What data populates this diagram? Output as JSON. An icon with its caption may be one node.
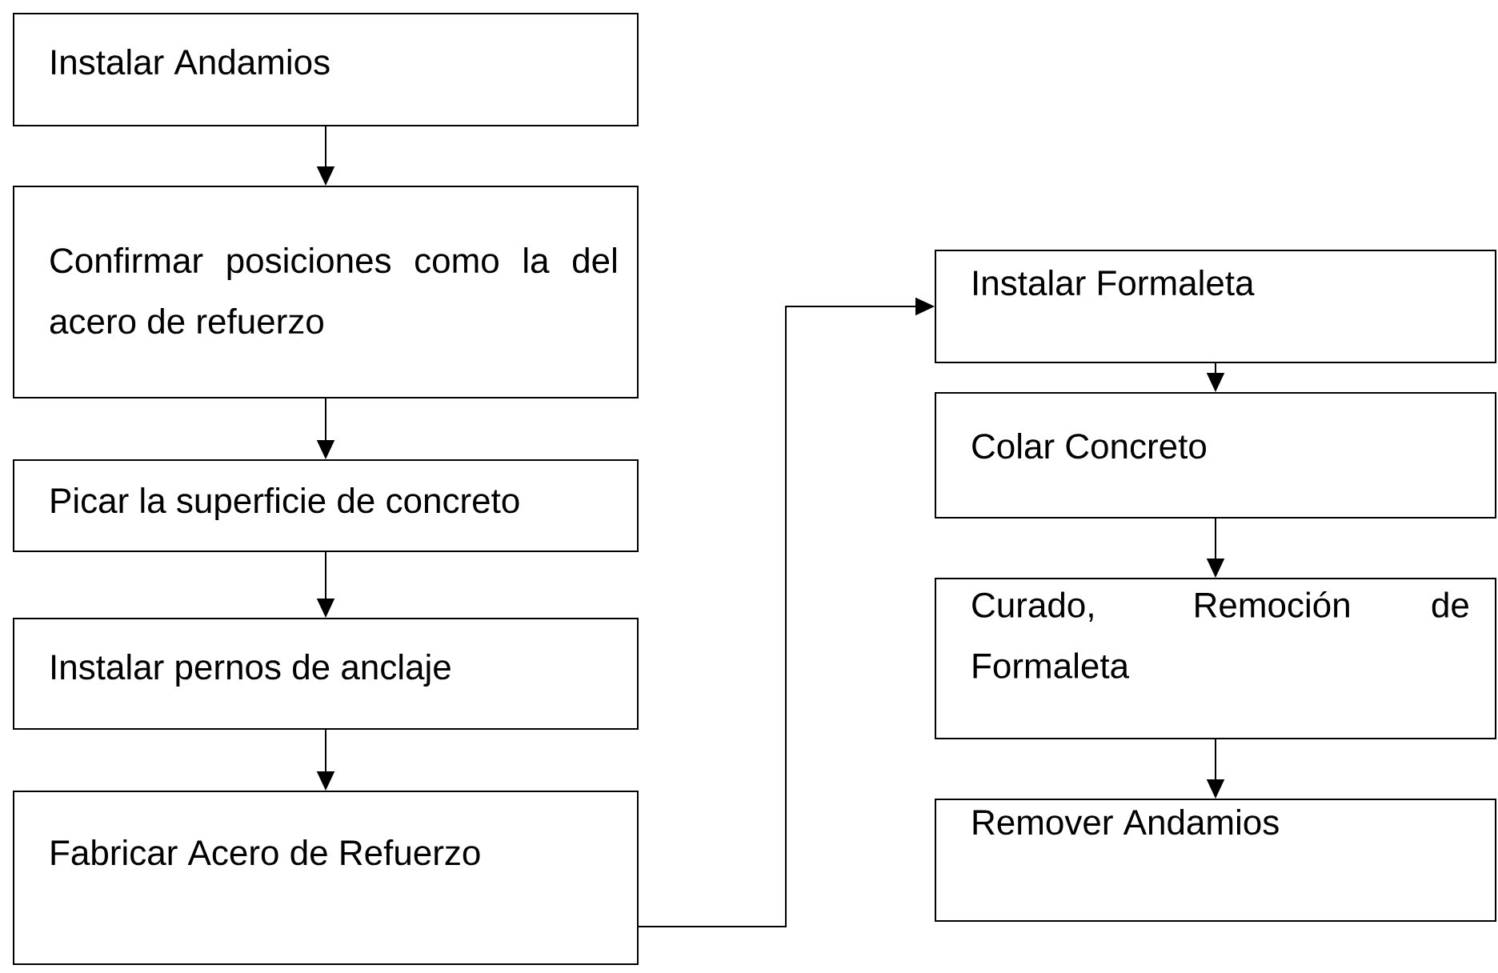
{
  "diagram": {
    "nodes": [
      {
        "text": [
          "Instalar Andamios"
        ]
      },
      {
        "text": [
          "Confirmar posiciones como la del acero de refuerzo"
        ]
      },
      {
        "text": [
          "Picar la superficie de concreto"
        ]
      },
      {
        "text": [
          "Instalar pernos de anclaje"
        ]
      },
      {
        "text": [
          "Fabricar Acero de Refuerzo"
        ]
      },
      {
        "text": [
          "Instalar Formaleta"
        ]
      },
      {
        "text": [
          "Colar Concreto"
        ]
      },
      {
        "text": [
          "Curado, Remoción de Formaleta"
        ]
      },
      {
        "text": [
          "Remover Andamios"
        ]
      }
    ],
    "edges": [
      {
        "from": 0,
        "to": 1,
        "arrow": "to"
      },
      {
        "from": 1,
        "to": 2,
        "arrow": "to"
      },
      {
        "from": 2,
        "to": 3,
        "arrow": "to"
      },
      {
        "from": 3,
        "to": 4,
        "arrow": "to"
      },
      {
        "from": 4,
        "to": 5,
        "arrow": "to"
      },
      {
        "from": 5,
        "to": 6,
        "arrow": "to"
      },
      {
        "from": 6,
        "to": 7,
        "arrow": "to"
      },
      {
        "from": 7,
        "to": 8,
        "arrow": "to"
      }
    ]
  }
}
